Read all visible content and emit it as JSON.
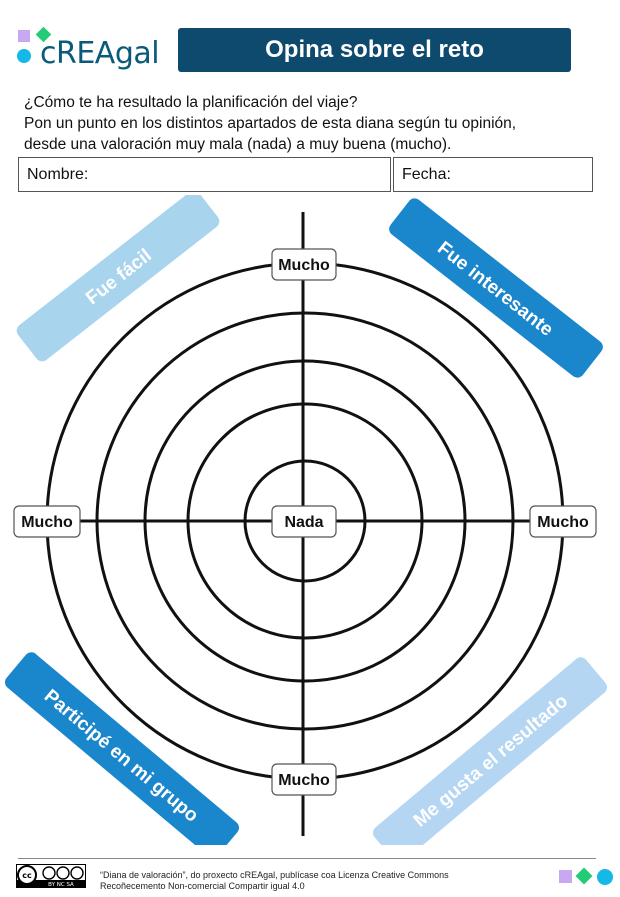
{
  "header": {
    "logo_text": "cREAgal",
    "title": "Opina sobre el reto"
  },
  "intro": {
    "line1": "¿Cómo te ha resultado la planificación del viaje?",
    "line2": "Pon un punto en los distintos apartados de esta diana según tu opinión,",
    "line3": "desde una valoración muy mala (nada) a muy buena (mucho)."
  },
  "form": {
    "name_label": "Nombre:",
    "date_label": "Fecha:"
  },
  "target": {
    "center_label": "Nada",
    "top_label": "Mucho",
    "left_label": "Mucho",
    "right_label": "Mucho",
    "bottom_label": "Mucho"
  },
  "ribbons": {
    "top_left": "Fue fácil",
    "top_right": "Fue interesante",
    "bottom_left": "Participé en mi grupo",
    "bottom_right": "Me gusta el resultado"
  },
  "colors": {
    "title_bg": "#0e4a6e",
    "ribbon_light": "#a8d4ee",
    "ribbon_dark": "#1a86cc",
    "ribbon_pale": "#b4d6f2",
    "logo_purple": "#c8a8f0",
    "logo_green": "#22cc77",
    "logo_cyan": "#16b8e8"
  },
  "footer": {
    "cc_badge": "BY NC SA",
    "line1": "“Diana de valoración”, do proxecto cREAgal, publícase coa Licenza Creative Commons",
    "line2": "Recoñecemento Non-comercial Compartir igual 4.0"
  }
}
